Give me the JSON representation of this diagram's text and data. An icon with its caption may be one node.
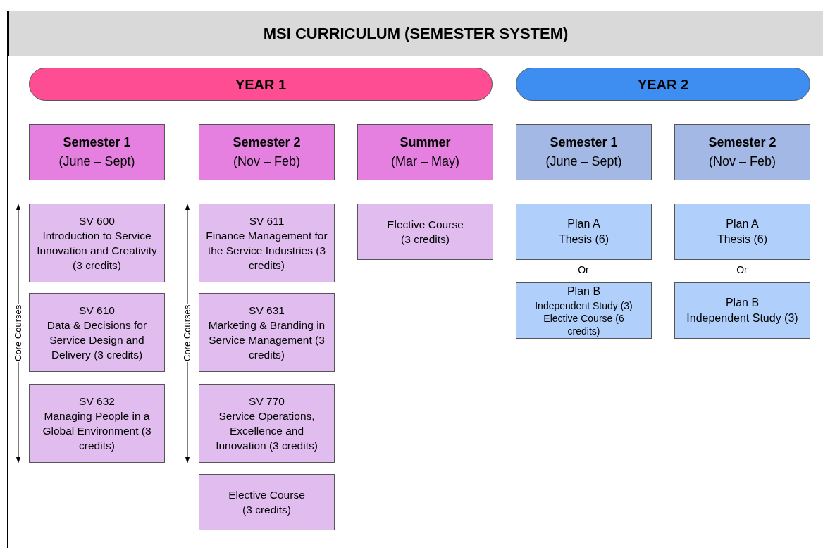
{
  "diagram": {
    "title": "MSI CURRICULUM (SEMESTER SYSTEM)",
    "nodes": [
      {
        "text": [
          "YEAR 1"
        ]
      },
      {
        "text": [
          "YEAR 2"
        ]
      },
      {
        "text": [
          "Semester 1",
          "(June – Sept)"
        ]
      },
      {
        "text": [
          "Semester 2",
          "(Nov – Feb)"
        ]
      },
      {
        "text": [
          "Summer",
          "(Mar – May)"
        ]
      },
      {
        "text": [
          "Semester 1",
          "(June – Sept)"
        ]
      },
      {
        "text": [
          "Semester 2",
          "(Nov – Feb)"
        ]
      },
      {
        "text": [
          "SV 600",
          "Introduction to Service Innovation and Creativity (3 credits)"
        ]
      },
      {
        "text": [
          "SV 610",
          "Data & Decisions for Service Design and Delivery (3 credits)"
        ]
      },
      {
        "text": [
          "SV 632",
          "Managing People in a Global Environment (3 credits)"
        ]
      },
      {
        "text": [
          "SV 611",
          "Finance Management for the Service Industries (3 credits)"
        ]
      },
      {
        "text": [
          "SV 631",
          "Marketing & Branding in Service Management (3 credits)"
        ]
      },
      {
        "text": [
          "SV 770",
          "Service Operations, Excellence and Innovation (3 credits)"
        ]
      },
      {
        "text": [
          "Elective Course",
          "(3 credits)"
        ]
      },
      {
        "text": [
          "Elective Course",
          "(3 credits)"
        ]
      },
      {
        "text": [
          "Plan A",
          "Thesis (6)"
        ]
      },
      {
        "text": [
          "Plan B",
          "Independent Study (3)",
          "Elective Course (6 credits)"
        ]
      },
      {
        "text": [
          "Plan A",
          "Thesis (6)"
        ]
      },
      {
        "text": [
          "Plan B",
          "Independent Study (3)"
        ]
      }
    ],
    "labels": [
      "Core Courses",
      "Core Courses",
      "Or",
      "Or"
    ]
  }
}
